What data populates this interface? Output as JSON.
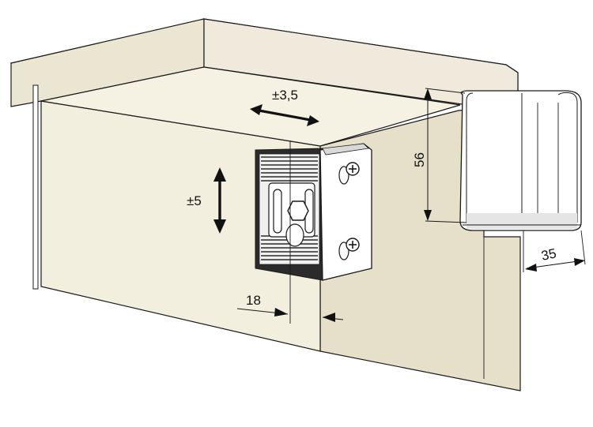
{
  "dimensions": {
    "horizontal_adjust": "±3,5",
    "vertical_adjust": "±5",
    "height": "56",
    "depth": "35",
    "distance": "18"
  },
  "colors": {
    "cream_front": "#f3efdf",
    "cream_side": "#e6dfca",
    "cream_top": "#f5f1e3",
    "cream_shadow": "#ebe6d2",
    "bracket_face": "#ffffff",
    "bracket_shade": "#d9d9d9",
    "line": "#1a1a1a"
  },
  "icons": [
    "double-arrow-horizontal",
    "double-arrow-vertical",
    "phillips-screw"
  ]
}
